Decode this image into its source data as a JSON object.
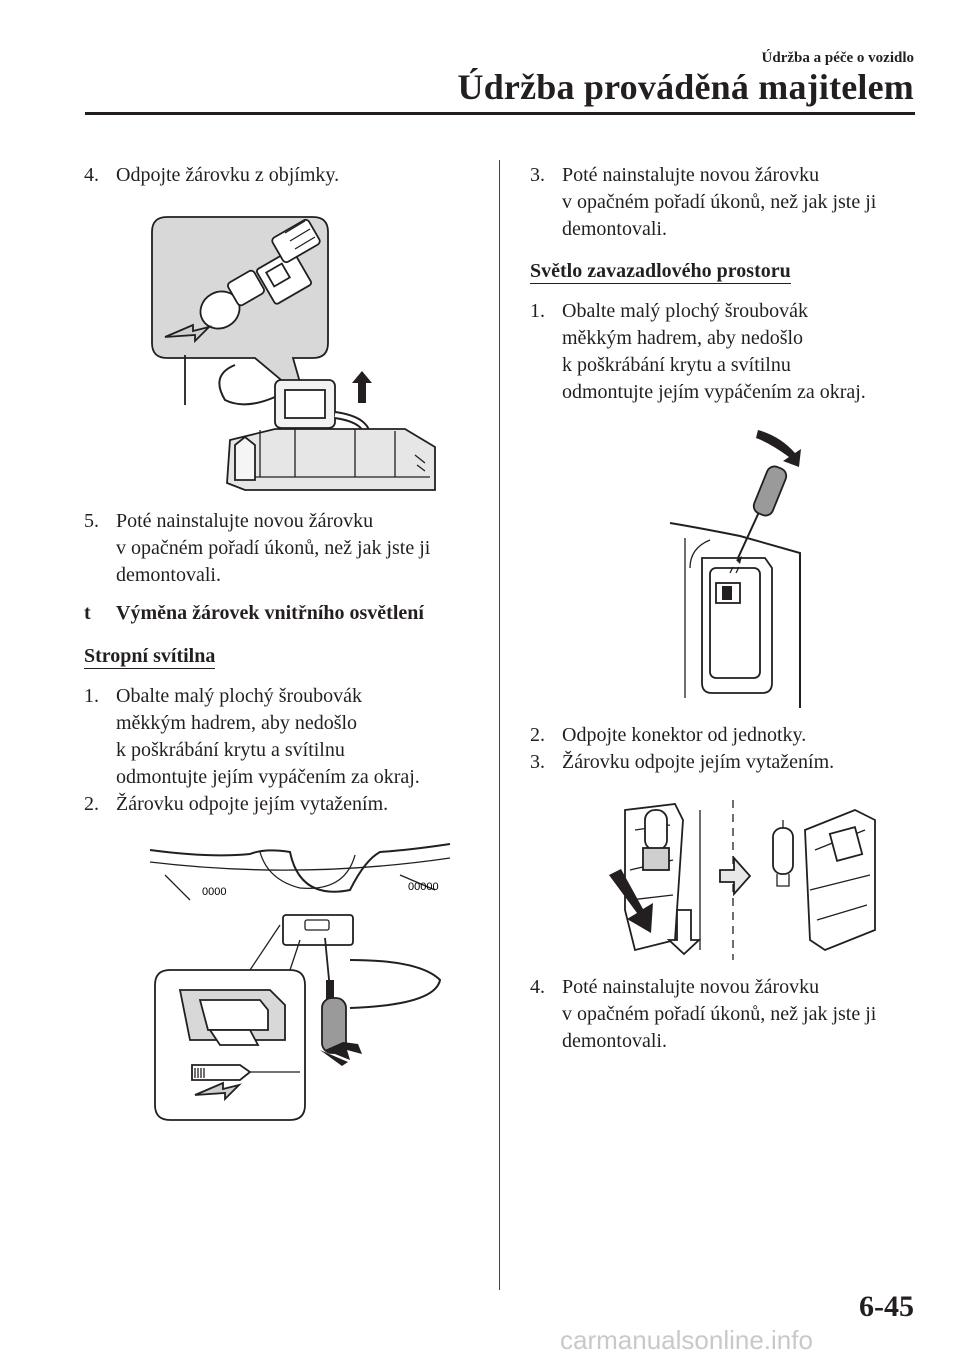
{
  "header": {
    "section": "Údržba a péče o vozidlo",
    "title": "Údržba prováděná majitelem"
  },
  "left": {
    "step4": {
      "num": "4.",
      "text": "Odpojte žárovku z objímky."
    },
    "step5": {
      "num": "5.",
      "l1": "Poté nainstalujte novou žárovku",
      "l2": "v opačném pořadí úkonů, než jak jste ji",
      "l3": "demontovali."
    },
    "section_marker": "t",
    "section_title": "Výměna žárovek vnitřního osvětlení",
    "subheading": "Stropní svítilna",
    "s1": {
      "num": "1.",
      "l1": "Obalte malý plochý šroubovák",
      "l2": "měkkým hadrem, aby nedošlo",
      "l3": "k poškrábání krytu a svítilnu",
      "l4": "odmontujte jejím vypáčením za okraj."
    },
    "s2": {
      "num": "2.",
      "text": "Žárovku odpojte jejím vytažením."
    }
  },
  "right": {
    "step3": {
      "num": "3.",
      "l1": "Poté nainstalujte novou žárovku",
      "l2": "v opačném pořadí úkonů, než jak jste ji",
      "l3": "demontovali."
    },
    "subheading": "Světlo zavazadlového prostoru",
    "s1": {
      "num": "1.",
      "l1": "Obalte malý plochý šroubovák",
      "l2": "měkkým hadrem, aby nedošlo",
      "l3": "k poškrábání krytu a svítilnu",
      "l4": "odmontujte jejím vypáčením za okraj."
    },
    "s2": {
      "num": "2.",
      "text": "Odpojte konektor od jednotky."
    },
    "s3": {
      "num": "3.",
      "text": "Žárovku odpojte jejím vytažením."
    },
    "s4": {
      "num": "4.",
      "l1": "Poté nainstalujte novou žárovku",
      "l2": "v opačném pořadí úkonů, než jak jste ji",
      "l3": "demontovali."
    }
  },
  "figures": {
    "dome_left_digits": "0000",
    "dome_right_digits": "00000"
  },
  "footer": {
    "page_number": "6-45",
    "watermark": "carmanualsonline.info"
  }
}
